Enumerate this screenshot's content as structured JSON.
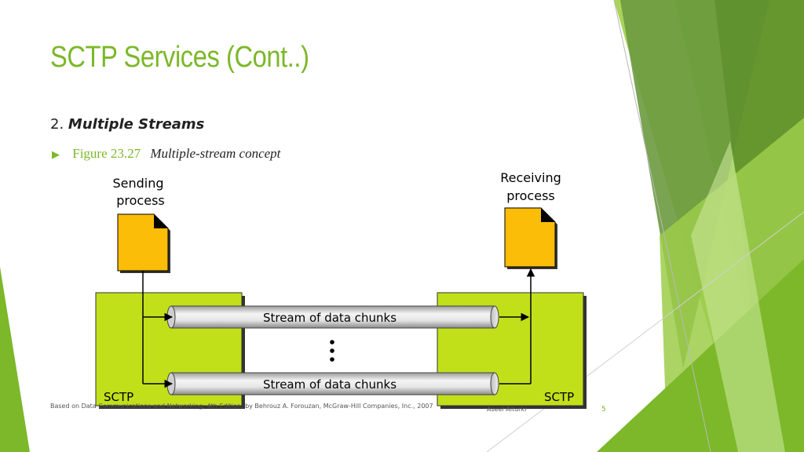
{
  "slide": {
    "title": "SCTP Services (Cont..)",
    "subhead_number": "2.",
    "subhead_text": "Multiple Streams",
    "figure_label": "Figure 23.27",
    "figure_caption": "Multiple-stream concept",
    "footer_note": "Based on Data Communications and Networking, 4th Edition. by Behrouz A. Forouzan, McGraw-Hill Companies, Inc., 2007",
    "author": "Aseel Alturki",
    "page_number": "5"
  },
  "diagram": {
    "sending_label_1": "Sending",
    "sending_label_2": "process",
    "receiving_label_1": "Receiving",
    "receiving_label_2": "process",
    "stream_1": "Stream of data chunks",
    "stream_2": "Stream of data chunks",
    "sctp_left": "SCTP",
    "sctp_right": "SCTP"
  },
  "colors": {
    "accent_green": "#7cb829",
    "sctp_box": "#c1e01a",
    "document": "#fbbd08"
  }
}
